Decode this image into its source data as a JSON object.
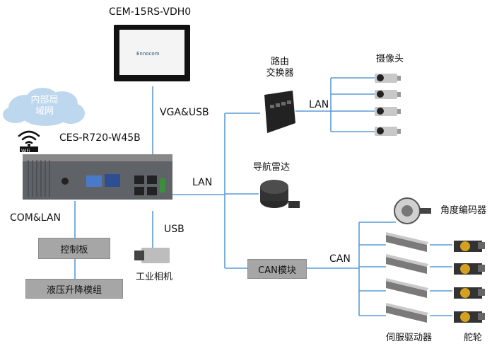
{
  "labels": {
    "monitor": "CEM-15RS-VDH0",
    "monitor_brand": "Ennocom",
    "cloud": [
      "内部局",
      "域网"
    ],
    "computer": "CES-R720-W45B",
    "wifi_badge": "WiFi",
    "vga_usb": "VGA&USB",
    "router": [
      "路由",
      "交换器"
    ],
    "camera_group": "摄像头",
    "lan_router": "LAN",
    "lan_main": "LAN",
    "radar": "导航雷达",
    "usb": "USB",
    "industrial_camera": "工业相机",
    "com_lan": "COM&LAN",
    "control_board": "控制板",
    "hydraulic": "液压升降模组",
    "can_module": "CAN模块",
    "can": "CAN",
    "encoder": "角度编码器",
    "servo": "伺服驱动器",
    "wheel": "舵轮"
  },
  "colors": {
    "line": "#5b9bd5",
    "grey_line": "#7f7f7f",
    "cloud": "#bdd7ee",
    "box": "#a6a6a6",
    "text": "#111111"
  }
}
